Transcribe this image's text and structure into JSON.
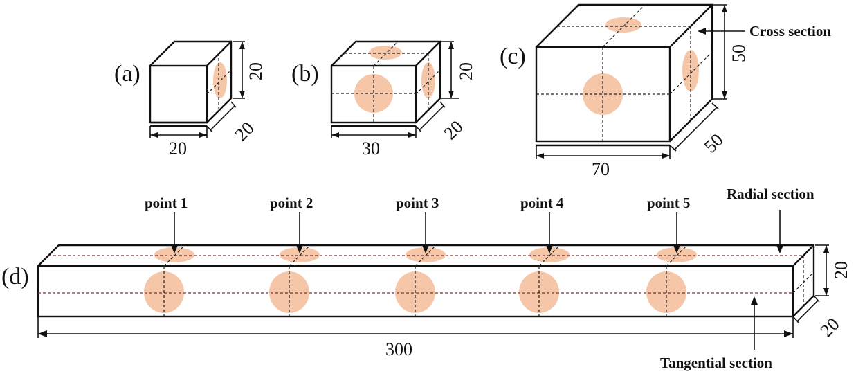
{
  "panels": {
    "a": {
      "letter": "(a)",
      "width": "20",
      "depth": "20",
      "height": "20"
    },
    "b": {
      "letter": "(b)",
      "width": "30",
      "depth": "20",
      "height": "20"
    },
    "c": {
      "letter": "(c)",
      "width": "70",
      "depth": "50",
      "height": "50",
      "cross_section_label": "Cross section"
    },
    "d": {
      "letter": "(d)",
      "length": "300",
      "depth": "20",
      "height": "20",
      "radial_section_label": "Radial section",
      "tangential_section_label": "Tangential section",
      "points": [
        "point 1",
        "point 2",
        "point 3",
        "point 4",
        "point 5"
      ]
    }
  },
  "colors": {
    "measurement_spot": "#f4c19e",
    "outline": "#111111"
  }
}
